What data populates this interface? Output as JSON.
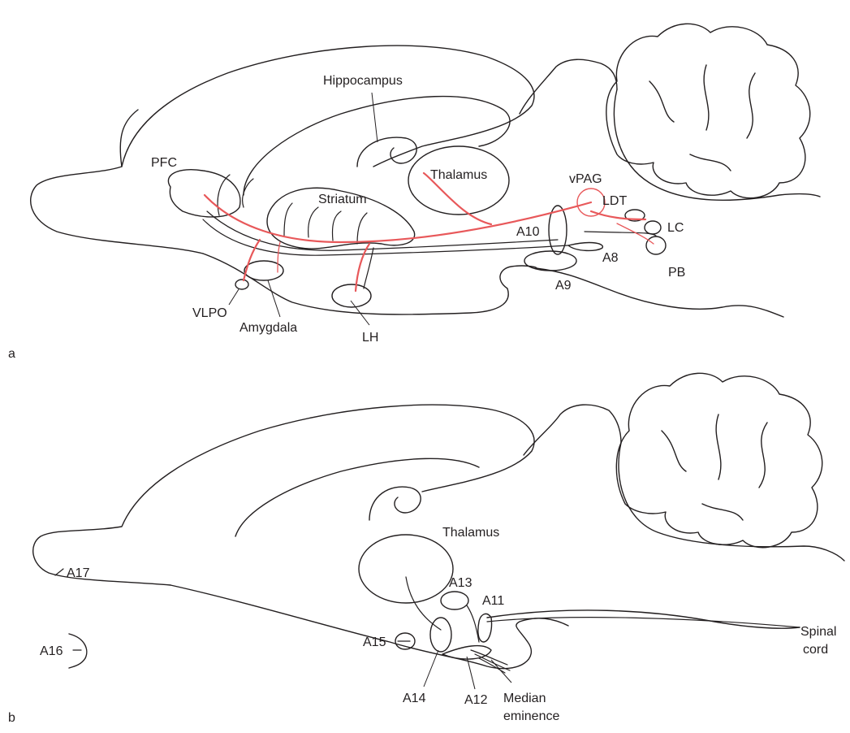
{
  "colors": {
    "outline": "#231f20",
    "dopamine_pathway_red": "#e8585a",
    "background": "#ffffff"
  },
  "panel_a": {
    "panel_label": "a",
    "labels": {
      "hippocampus": "Hippocampus",
      "pfc": "PFC",
      "thalamus": "Thalamus",
      "striatum": "Striatum",
      "vpag": "vPAG",
      "ldt": "LDT",
      "a10": "A10",
      "lc": "LC",
      "a8": "A8",
      "pb": "PB",
      "a9": "A9",
      "vlpo": "VLPO",
      "amygdala": "Amygdala",
      "lh": "LH"
    }
  },
  "panel_b": {
    "panel_label": "b",
    "labels": {
      "thalamus": "Thalamus",
      "a17": "A17",
      "a13": "A13",
      "a11": "A11",
      "spinal_cord_line1": "Spinal",
      "spinal_cord_line2": "cord",
      "a16": "A16",
      "a15": "A15",
      "a14": "A14",
      "a12": "A12",
      "median_eminence_line1": "Median",
      "median_eminence_line2": "eminence"
    }
  }
}
